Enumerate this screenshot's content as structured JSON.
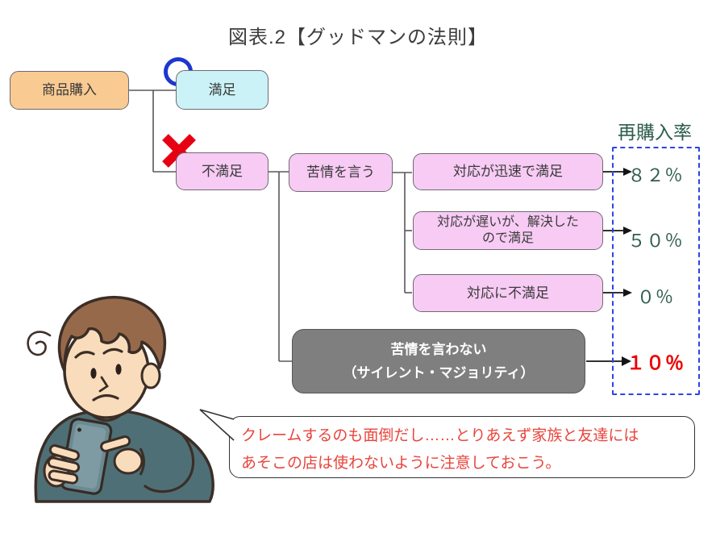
{
  "title": "図表.2【グッドマンの法則】",
  "flow": {
    "purchase": "商品購入",
    "satisfied": "満足",
    "dissatisfied": "不満足",
    "complain": "苦情を言う",
    "response_fast": "対応が迅速で満足",
    "response_slow_line1": "対応が遅いが、解決した",
    "response_slow_line2": "ので満足",
    "response_unsatisfied": "対応に不満足",
    "no_complaint_line1": "苦情を言わない",
    "no_complaint_line2": "（サイレント・マジョリティ）"
  },
  "repurchase": {
    "label": "再購入率",
    "rate_fast": "８２％",
    "rate_slow": "５０％",
    "rate_unsatisfied": "０％",
    "rate_no_complaint": "１０％"
  },
  "speech_bubble": {
    "line1": "クレームするのも面倒だし……とりあえず家族と友達には",
    "line2": "あそこの店は使わないように注意しておこう。"
  },
  "marks": {
    "good_mark": "circle-mark",
    "bad_mark": "cross-mark"
  },
  "colors": {
    "purchase_fill": "#F9CA92",
    "satisfied_fill": "#CBF3F7",
    "pink_fill": "#F7CBF4",
    "silent_fill": "#7F7F7F",
    "rate_green": "#2D5C4D",
    "rate_red": "#EE0000",
    "dashed_frame_blue": "#2946E4",
    "circle_mark_blue": "#1D37CE",
    "cross_mark_red": "#E60012",
    "speech_text_red": "#E8453C"
  }
}
